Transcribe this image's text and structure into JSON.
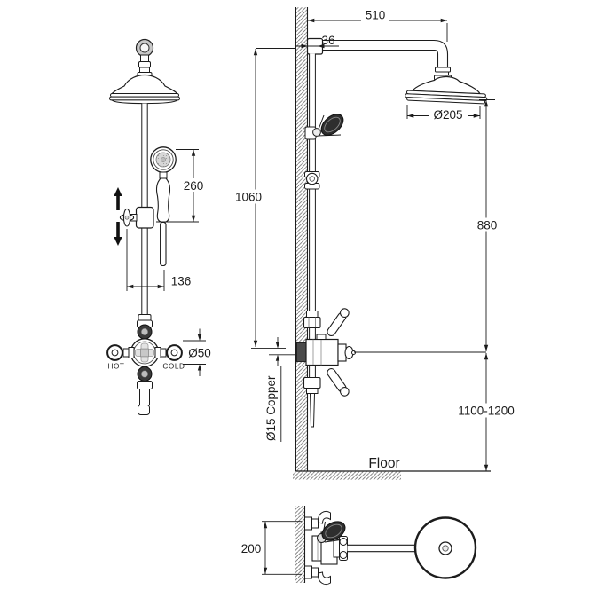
{
  "drawing": {
    "front_view": {
      "dim_handset_height": "260",
      "dim_handle_offset": "136",
      "dim_valve_diameter": "Ø50",
      "label_hot": "HOT",
      "label_cold": "COLD"
    },
    "side_view": {
      "dim_arm_reach": "510",
      "dim_wall_offset": "36",
      "dim_head_diameter": "Ø205",
      "dim_riser_height": "1060",
      "dim_head_to_valve": "880",
      "dim_valve_floor_range": "1100-1200",
      "label_supply_pipe": "Ø15 Copper",
      "label_floor": "Floor"
    },
    "plan_view": {
      "dim_valve_projection": "200"
    },
    "colors": {
      "line": "#1c1c1c",
      "dark_fill": "#2e2e2e",
      "gray_fill": "#c9c9c9",
      "background": "#ffffff"
    }
  }
}
